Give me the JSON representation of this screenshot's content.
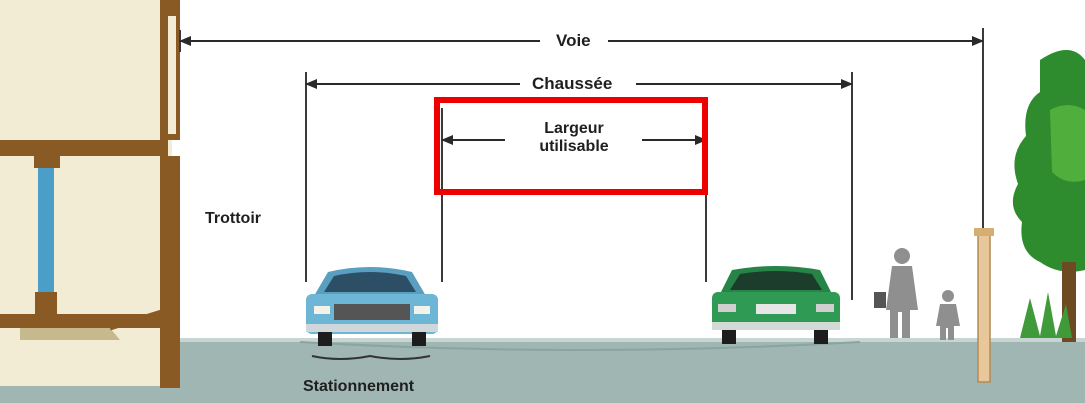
{
  "diagram": {
    "labels": {
      "voie": "Voie",
      "chaussee": "Chaussée",
      "largeur_utilisable": "Largeur\nutilisable",
      "trottoir": "Trottoir",
      "stationnement": "Stationnement"
    },
    "highlight_color": "#ee0000",
    "colors": {
      "ground": "#9fb6b2",
      "building_wall": "#f3ecd4",
      "building_frame": "#8a5a24",
      "downpipe": "#4a9ec8",
      "car_left": "#6eb6d6",
      "car_right": "#2f9a54",
      "pedestrian": "#8f8f8f",
      "bollard": "#e8c79a",
      "tree": "#2e8b2e"
    },
    "icons": [
      "building-icon",
      "car-icon",
      "pedestrian-icon",
      "bollard-icon",
      "tree-icon"
    ]
  }
}
